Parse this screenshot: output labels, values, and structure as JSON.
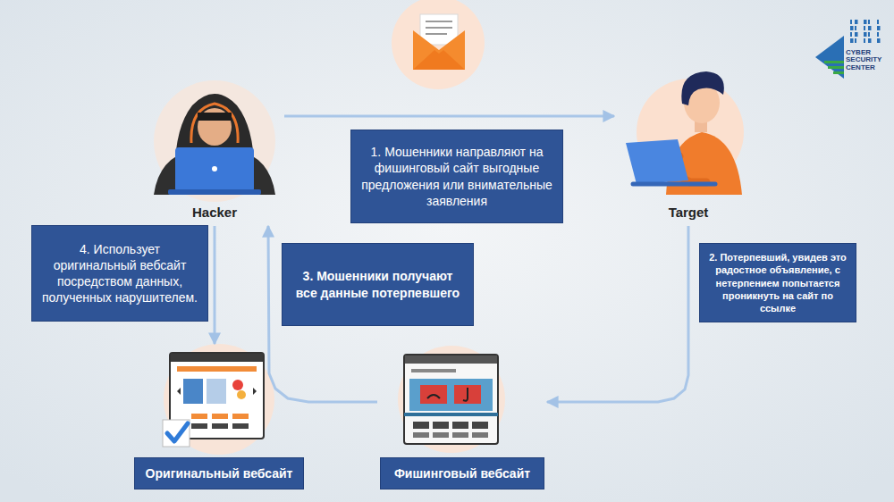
{
  "diagram": {
    "nodes": [
      {
        "text": [
          "Hacker"
        ]
      },
      {
        "text": [
          "1. Мошенники направляют на фишинговый сайт выгодные предложения или внимательные заявления"
        ]
      },
      {
        "text": [
          "Target"
        ]
      },
      {
        "text": [
          "4. Использует оригинальный вебсайт посредством данных, полученных нарушителем."
        ]
      },
      {
        "text": [
          "3. Мошенники получают все данные потерпевшего"
        ]
      },
      {
        "text": [
          "2. Потерпевший, увидев это радостное объявление, с нетерпением попытается проникнуть на сайт по ссылке"
        ]
      },
      {
        "text": [
          "Оригинальный вебсайт"
        ]
      },
      {
        "text": [
          "Фишинговый вебсайт"
        ]
      }
    ],
    "edges": [
      {
        "from": 0,
        "to": 2,
        "arrow": "to"
      },
      {
        "from": 2,
        "to": 7,
        "arrow": "to"
      },
      {
        "from": 7,
        "to": 0,
        "arrow": "to"
      },
      {
        "from": 0,
        "to": 6,
        "arrow": "to"
      }
    ],
    "labels": [
      "CYBER SECURITY CENTER"
    ]
  }
}
